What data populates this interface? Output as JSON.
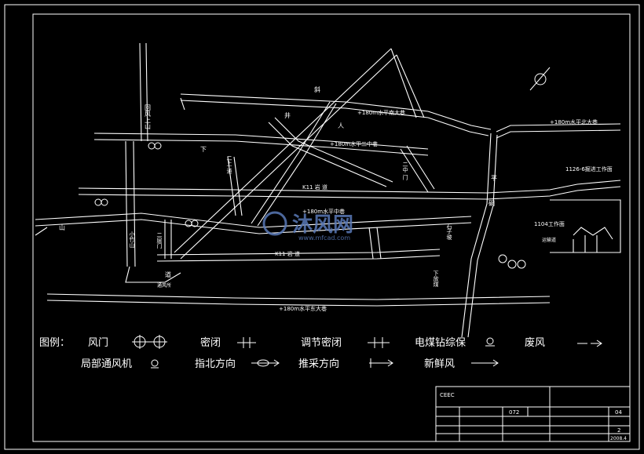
{
  "colors": {
    "background": "#000000",
    "line": "#ffffff",
    "watermark": "#5a7ab8"
  },
  "labels": {
    "huifeng_shang_shan": "回风上山",
    "xie": "斜",
    "jing": "井",
    "ren": "人",
    "shan": "山",
    "ping": "平",
    "tong": "硐",
    "xia": "下",
    "dao": "道",
    "road_180_south": "+180m水平南大巷",
    "road_180_north": "+180m水平北大巷",
    "road_180_second": "+180m水平二中巷",
    "road_180_east": "+180m水平东大巷",
    "road_180_mid": "+180m水平中巷",
    "k11_rock_upper": "K11 岩 道",
    "k11_rock_lower": "K11 岩 道",
    "face_1126": "1126-6掘进工作面",
    "face_1104": "1104工作面",
    "zhuan_dao": "运输道",
    "down_coal": "下放煤",
    "xiao_zhu": "小竹山",
    "er_ceng": "二层门",
    "shi_wu": "石子坡",
    "small_road_1": "二上 道",
    "small_road_2": "二中 门",
    "wind_ctrl": "通风所"
  },
  "watermark": {
    "title": "沐风网",
    "url": "www.mfcad.com"
  },
  "legend": {
    "title": "图例：",
    "items": [
      {
        "label": "风门",
        "icon": "air-door-icon"
      },
      {
        "label": "密闭",
        "icon": "seal-icon"
      },
      {
        "label": "调节密闭",
        "icon": "regulator-icon"
      },
      {
        "label": "电煤钻综保",
        "icon": "drill-protector-icon"
      },
      {
        "label": "废风",
        "icon": "exhaust-air-icon"
      },
      {
        "label": "局部通风机",
        "icon": "local-fan-icon"
      },
      {
        "label": "指北方向",
        "icon": "north-arrow-icon"
      },
      {
        "label": "推采方向",
        "icon": "mining-direction-icon"
      },
      {
        "label": "新鲜风",
        "icon": "fresh-air-icon"
      }
    ]
  },
  "title_block": {
    "logo": "CEEC",
    "cell_a": "072",
    "cell_b": "04",
    "cell_c": "2",
    "cell_d": "2008.4"
  }
}
